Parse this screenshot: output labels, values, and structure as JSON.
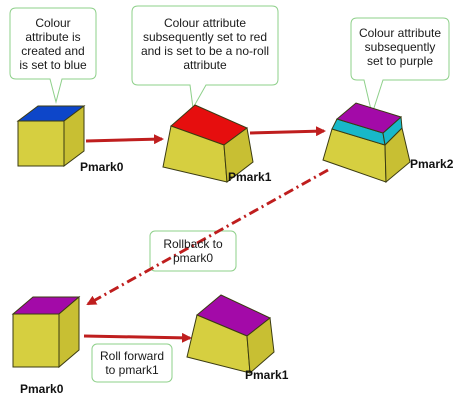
{
  "colors": {
    "solid_side": "#c8bf33",
    "solid_front": "#d6cf40",
    "solid_edge": "#3b3b12",
    "blue_top": "#0d46c9",
    "red_top": "#e60e0e",
    "purple_top": "#a30aa8",
    "cyan_band": "#18b8c9",
    "arrow": "#bf1e1e",
    "callout_border": "#8ed08a",
    "callout_fill": "#ffffff"
  },
  "callouts": {
    "c1": {
      "lines": [
        "Colour",
        "attribute is",
        "created and",
        "is set to blue"
      ]
    },
    "c2": {
      "lines": [
        "Colour attribute",
        "subsequently set to red",
        "and is set to be a no-roll",
        "attribute"
      ]
    },
    "c3": {
      "lines": [
        "Colour attribute",
        "subsequently",
        "set to purple"
      ]
    },
    "c4": {
      "lines": [
        "Rollback to",
        "pmark0"
      ]
    },
    "c5": {
      "lines": [
        "Roll forward",
        "to pmark1"
      ]
    }
  },
  "labels": {
    "pmark0_top": "Pmark0",
    "pmark1_top": "Pmark1",
    "pmark2": "Pmark2",
    "pmark0_bottom": "Pmark0",
    "pmark1_bottom": "Pmark1"
  }
}
